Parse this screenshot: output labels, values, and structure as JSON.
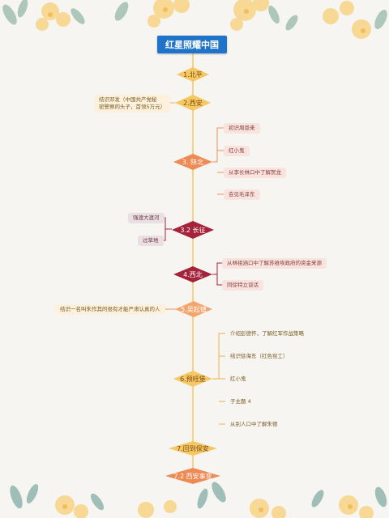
{
  "title": "红星照耀中国",
  "colors": {
    "trunk": "#f2c75b",
    "node_yellow": "#f6c863",
    "node_orange": "#ee8a54",
    "node_orange_light": "#f4a56e",
    "node_crimson": "#a4223a",
    "branch_line": "#e7b24d",
    "branch_line_red": "#a4223a"
  },
  "nodes": [
    {
      "id": "beiping",
      "label": "1.北平"
    },
    {
      "id": "xian",
      "label": "2.西安"
    },
    {
      "id": "shaanbei",
      "label": "3. 陕北"
    },
    {
      "id": "changzheng",
      "label": "3.2 长征"
    },
    {
      "id": "xibei",
      "label": "4.西北"
    },
    {
      "id": "wuqizhen",
      "label": "5.吴起镇"
    },
    {
      "id": "yuwangbao",
      "label": "6.预旺堡"
    },
    {
      "id": "baoan",
      "label": "7.回到保安"
    },
    {
      "id": "xianshibian",
      "label": "7.2 西安事变"
    }
  ],
  "leaves": {
    "xian": [
      "结识邓发（中国共产党秘",
      "密警察的头子，首领5万元）"
    ],
    "shaanbei": [
      "初识周恩来",
      "红小鬼",
      "从李长林口中了解贺龙",
      "会见毛泽东"
    ],
    "changzheng": [
      "强渡大渡河",
      "过草地"
    ],
    "xibei": [
      "从林祖涵口中了解苏维埃政府的资金来源",
      "同徐特立谈话"
    ],
    "wuqizhen": [
      "结识一名叫朱作其的很有才能严肃认真的人"
    ],
    "yuwangbao": [
      "介绍彭德怀，了解红军作战策略",
      "结识徐海东（红色窑工）",
      "红小鬼",
      "子主题 4",
      "从别人口中了解朱德"
    ]
  }
}
